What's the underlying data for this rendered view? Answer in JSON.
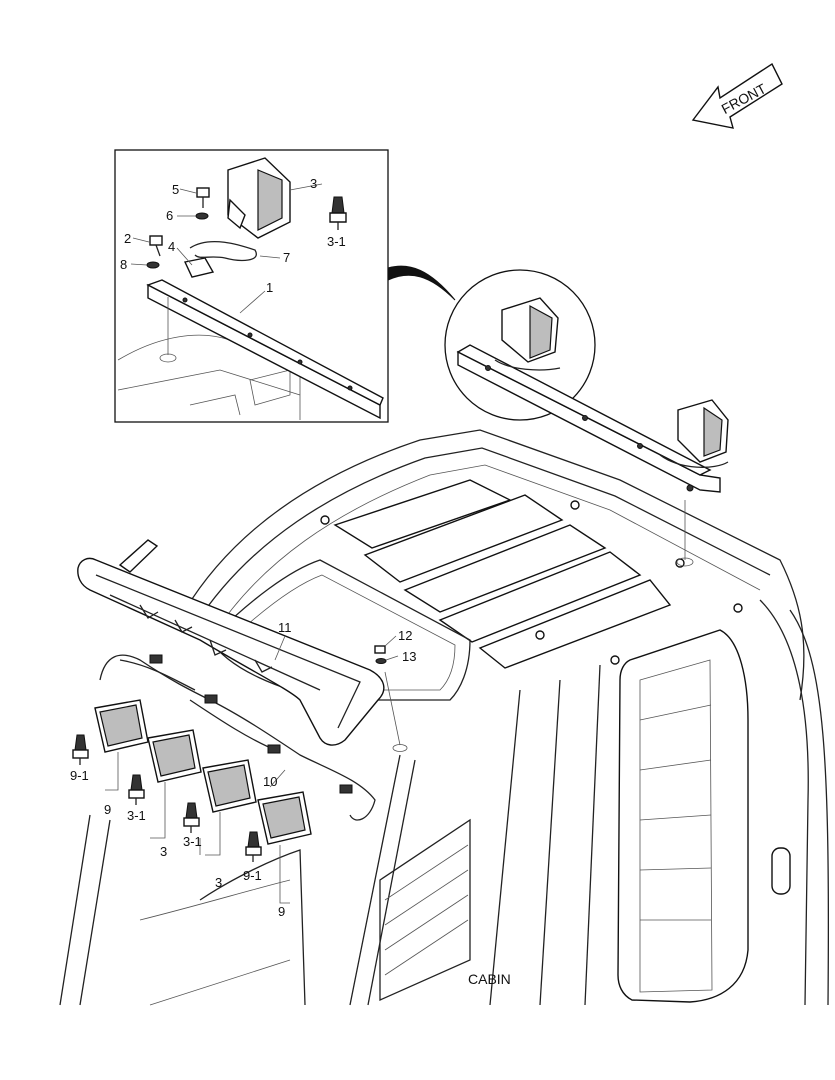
{
  "diagram": {
    "direction_label": "FRONT",
    "caption": "CABIN",
    "callouts": {
      "c1": "1",
      "c2": "2",
      "c3_inset": "3",
      "c3_1_inset": "3-1",
      "c4": "4",
      "c5": "5",
      "c6": "6",
      "c7": "7",
      "c8": "8",
      "c9_left": "9",
      "c9_1_left": "9-1",
      "c3_1_a": "3-1",
      "c3_a": "3",
      "c3_1_b": "3-1",
      "c3_b": "3",
      "c9_1_right": "9-1",
      "c9_right": "9",
      "c10": "10",
      "c11": "11",
      "c12": "12",
      "c13": "13"
    }
  }
}
